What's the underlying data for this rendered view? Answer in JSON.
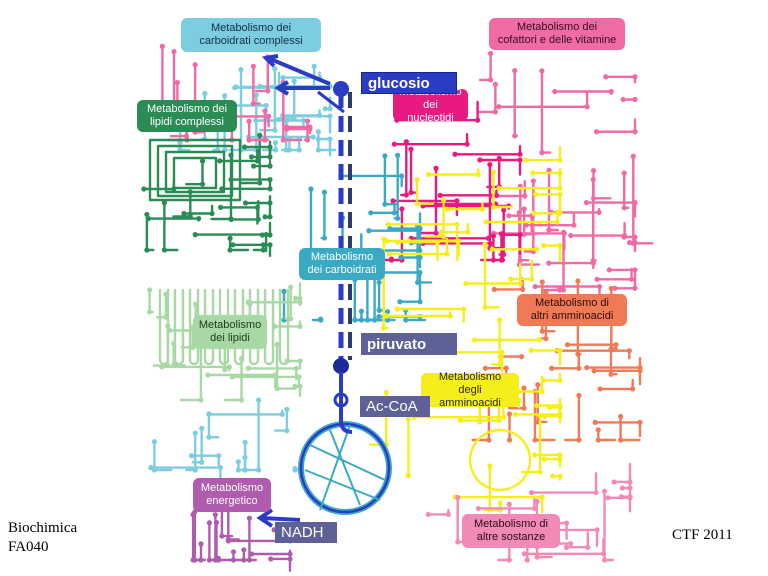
{
  "colors": {
    "carbohydrate_complex": "#7ccde0",
    "cofactors": "#f06aa6",
    "lipids_complex": "#2a8b55",
    "nucleotides": "#e8197f",
    "carbohydrates": "#3aaac4",
    "other_aa": "#f07a56",
    "lipids": "#a8d8a4",
    "amino_acids": "#f5ee1a",
    "energy": "#b05cae",
    "other_substances": "#f28ab8",
    "pathway": "#2b3cc4",
    "key_box": "#5d6196"
  },
  "regions": {
    "carbohydrate_complex": "Metabolismo dei\ncarboidrati complessi",
    "cofactors": "Metabolismo dei\ncofattori e delle vitamine",
    "lipids_complex": "Metabolismo dei\nlipidi complessi",
    "nucleotides": "Metabolismo\ndei nucleotidi",
    "carbohydrates": "Metabolismo\ndei carboidrati",
    "other_aa": "Metabolismo di\naltri amminoacidi",
    "lipids": "Metabolismo\ndei lipidi",
    "amino_acids": "Metabolismo\ndegli amminoacidi",
    "energy": "Metabolismo\nenergetico",
    "other_substances": "Metabolismo di\naltre sostanze"
  },
  "key_metabolites": {
    "glucose": "glucosio",
    "pyruvate": "piruvato",
    "acetyl_coa": "Ac-CoA",
    "nadh": "NADH"
  },
  "footer": {
    "left_line1": "Biochimica",
    "left_line2": "FA040",
    "right": "CTF 2011"
  }
}
